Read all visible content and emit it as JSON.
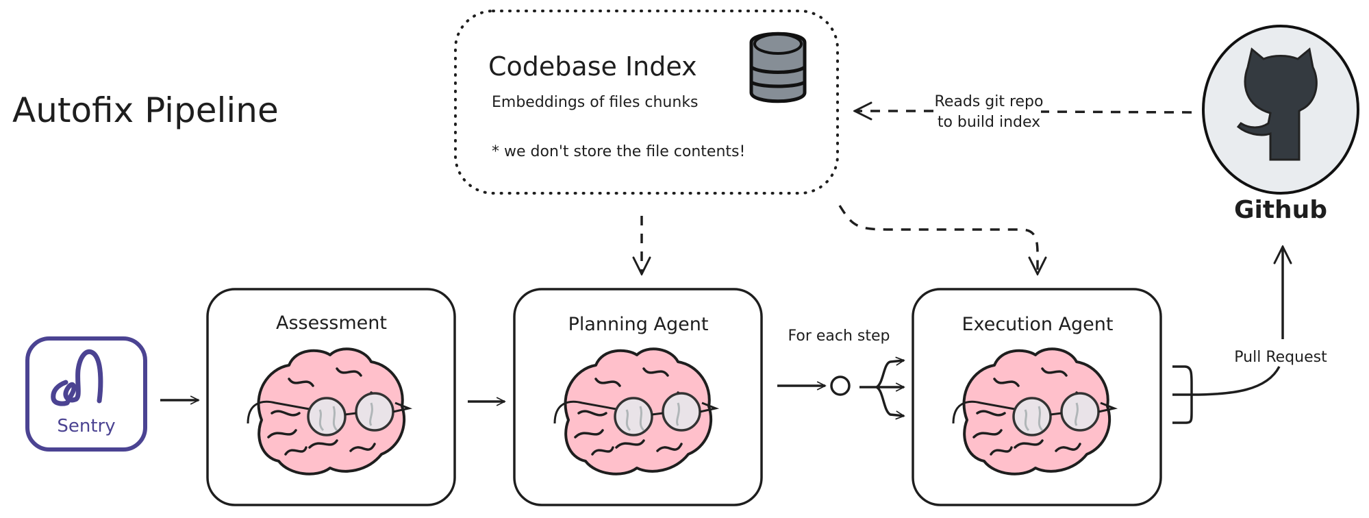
{
  "title": "Autofix Pipeline",
  "codebase_index": {
    "title": "Codebase Index",
    "subtitle": "Embeddings of files chunks",
    "note": "* we don't store the file contents!",
    "icon": "database-icon"
  },
  "github": {
    "label": "Github",
    "icon": "github-octocat-icon",
    "edge_label_line1": "Reads git repo",
    "edge_label_line2": "to build index"
  },
  "sentry": {
    "label": "Sentry",
    "icon": "sentry-logo-icon",
    "color": "#4b4392"
  },
  "stages": [
    {
      "label": "Assessment",
      "icon": "brain-with-glasses-icon"
    },
    {
      "label": "Planning Agent",
      "icon": "brain-with-glasses-icon"
    },
    {
      "label": "Execution Agent",
      "icon": "brain-with-glasses-icon"
    }
  ],
  "edges": {
    "for_each_step": "For each step",
    "pull_request": "Pull Request"
  },
  "colors": {
    "stroke": "#1e1e1e",
    "brain": "#ffc0cb",
    "glasses": "#e9e3e8",
    "database": "#868e96",
    "github_bg": "#e9ecef",
    "octocat": "#343a40"
  }
}
